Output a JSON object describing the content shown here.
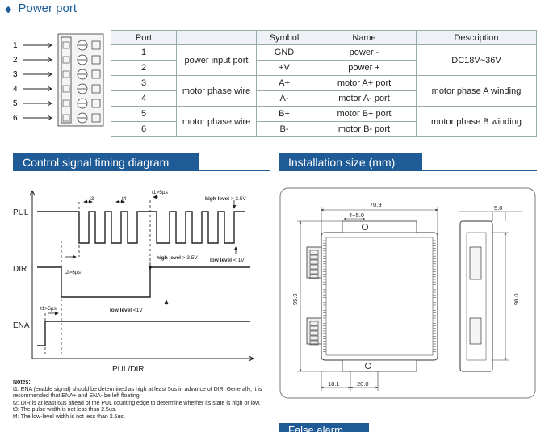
{
  "power_port": {
    "title": "Power port",
    "pins": [
      "1",
      "2",
      "3",
      "4",
      "5",
      "6"
    ],
    "table": {
      "headers": [
        "Port",
        "Symbol",
        "Name",
        "Description"
      ],
      "rows": [
        {
          "port": "1",
          "symbol": "GND",
          "name": "power -"
        },
        {
          "port": "2",
          "symbol": "+V",
          "name": "power +"
        },
        {
          "port": "3",
          "symbol": "A+",
          "name": "motor A+ port"
        },
        {
          "port": "4",
          "symbol": "A-",
          "name": "motor A- port"
        },
        {
          "port": "5",
          "symbol": "B+",
          "name": "motor B+ port"
        },
        {
          "port": "6",
          "symbol": "B-",
          "name": "motor B- port"
        }
      ],
      "groups": [
        "power input port",
        "motor phase wire",
        "motor phase wire"
      ],
      "descriptions": [
        "DC18V~36V",
        "motor phase A winding",
        "motor phase B winding"
      ]
    }
  },
  "timing": {
    "title": "Control signal timing diagram",
    "signals": [
      "PUL",
      "DIR",
      "ENA"
    ],
    "xlabel": "PUL/DIR",
    "labels": {
      "t1_top": "t1>5µs",
      "t3": "t3",
      "t4": "t4",
      "high_level_1": "high level",
      "high_level_1_val": "> 3.5V",
      "t2": "t2>6µs",
      "high_level_2": "high level",
      "high_level_2_val": "> 3.5V",
      "low_level_1": "low level",
      "low_level_1_val": "< 1V",
      "t1_ena": "t1>5µs",
      "low_level_2": "low level",
      "low_level_2_val": "<1V"
    },
    "notes": [
      "Notes:",
      "t1: ENA (enable signal) should be determined as high at least 5us in advance of DIR. Generally, it is recommended that ENA+ and ENA- be left floating.",
      "t2: DIR is at least 6us ahead of the PUL counting edge to determine whether its state is high or low.",
      "t3: The pulse width is not less than 2.5us.",
      "t4: The low-level width is not less than 2.5us."
    ]
  },
  "installation": {
    "title": "Installation size (mm)",
    "dims": {
      "width": "70.9",
      "inner": "4~5.0",
      "height": "95.9",
      "bottom_left": "18.1",
      "bottom_right": "20.0",
      "side_top": "5.0",
      "side_height": "90.0"
    }
  },
  "next_section": {
    "title": "False alarm"
  },
  "colors": {
    "accent": "#1f5b96",
    "table_header_bg": "#eef1f5"
  }
}
